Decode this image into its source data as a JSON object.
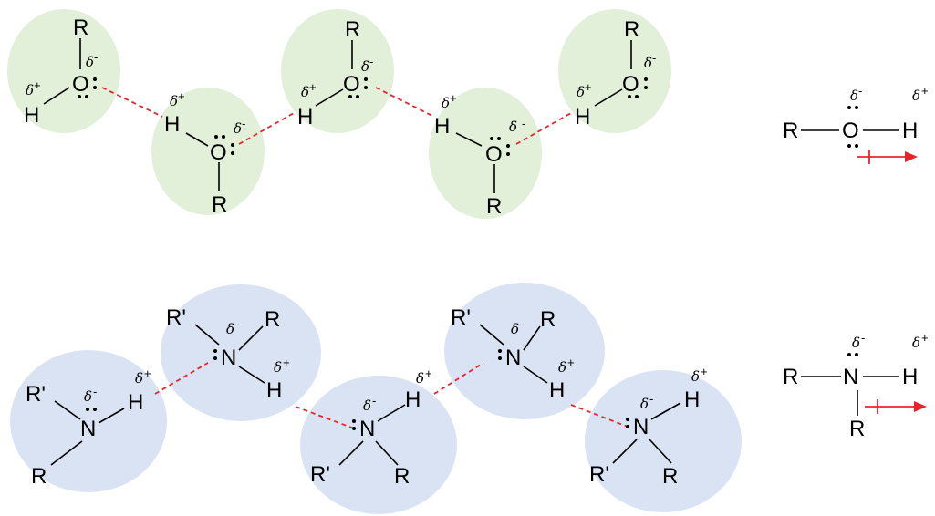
{
  "diagram": {
    "labels": {
      "R": "R",
      "R_prime": "R'",
      "O": "O",
      "N": "N",
      "H": "H",
      "delta": "δ",
      "plus": "+",
      "minus": "-",
      "lone_pair": "••"
    },
    "colors": {
      "water_blob": "#e2efd9",
      "amine_blob": "#dae3f3",
      "hydrogen_bond": "#e8242b",
      "dipole_arrow": "#e8242b",
      "bond": "#000000"
    }
  }
}
